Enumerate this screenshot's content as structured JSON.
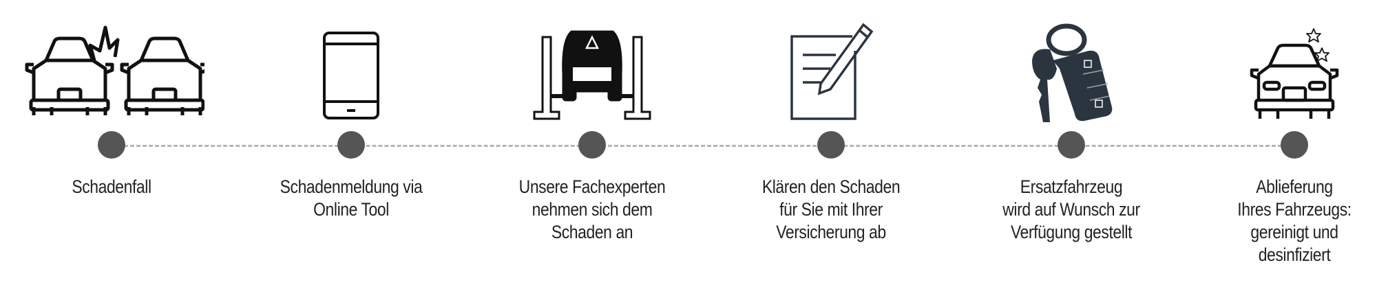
{
  "colors": {
    "dot": "#555555",
    "line": "#b5b5b5",
    "icon_dark": "#2b3540"
  },
  "steps": [
    {
      "icon": "car-crash-icon",
      "lines": [
        "Schadenfall"
      ]
    },
    {
      "icon": "smartphone-icon",
      "lines": [
        "Schadenmeldung via",
        "Online Tool"
      ]
    },
    {
      "icon": "car-lift-icon",
      "lines": [
        "Unsere Fachexperten",
        "nehmen sich dem",
        "Schaden an"
      ]
    },
    {
      "icon": "document-pencil-icon",
      "lines": [
        "Klären den Schaden",
        "für Sie mit Ihrer",
        "Versicherung ab"
      ]
    },
    {
      "icon": "car-keys-icon",
      "lines": [
        "Ersatzfahrzeug",
        "wird auf Wunsch zur",
        "Verfügung gestellt"
      ]
    },
    {
      "icon": "clean-car-icon",
      "lines": [
        "Ablieferung",
        "Ihres Fahrzeugs:",
        "gereinigt und",
        "desinfiziert"
      ]
    }
  ]
}
